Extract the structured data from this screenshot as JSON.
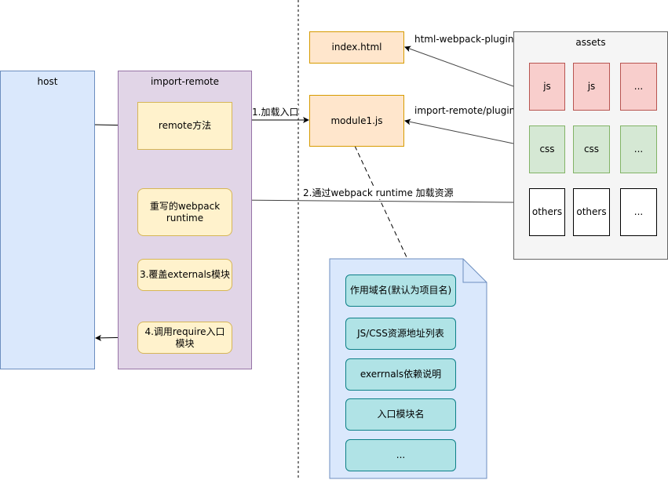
{
  "host": {
    "title": "host"
  },
  "import_remote": {
    "title": "import-remote",
    "remote_method": "remote方法",
    "rewritten_runtime": "重写的webpack runtime",
    "override_externals": "3.覆盖externals模块",
    "call_require": "4.调用require入口模块"
  },
  "files": {
    "index_html": "index.html",
    "module1_js": "module1.js"
  },
  "edge_labels": {
    "html_plugin": "html-webpack-plugin",
    "import_remote_plugin": "import-remote/plugin",
    "load_entry": "1.加载入口",
    "load_resources": "2.通过webpack runtime 加载资源"
  },
  "assets": {
    "title": "assets",
    "rows": [
      [
        "js",
        "js",
        "..."
      ],
      [
        "css",
        "css",
        "..."
      ],
      [
        "others",
        "others",
        "..."
      ]
    ]
  },
  "doc": {
    "items": [
      "作用域名(默认为项目名)",
      "JS/CSS资源地址列表",
      "exerrnals依赖说明",
      "入口模块名",
      "..."
    ]
  },
  "colors": {
    "host_fill": "#dae8fc",
    "remote_fill": "#e1d5e7",
    "yellow_fill": "#fff2cc",
    "orange_fill": "#ffe6cc",
    "red_fill": "#f8cecc",
    "green_fill": "#d5e8d4",
    "teal_fill": "#b0e3e6"
  }
}
